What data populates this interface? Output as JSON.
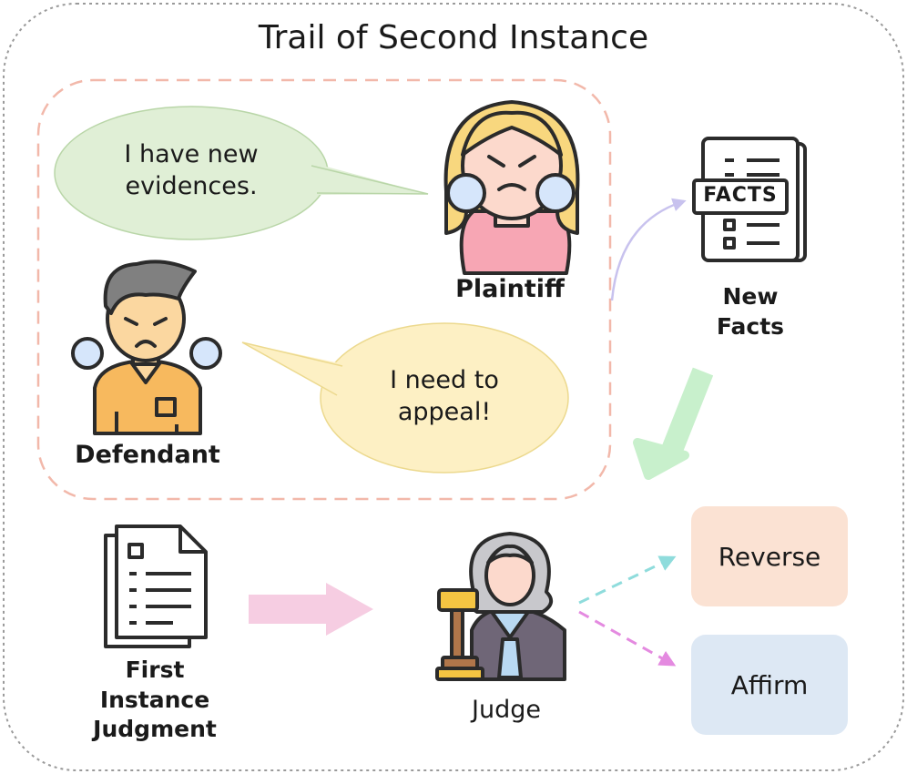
{
  "title": "Trail of Second Instance",
  "plaintiff": {
    "speech": "I have new\nevidences.",
    "label": "Plaintiff"
  },
  "defendant": {
    "speech": "I need to\nappeal!",
    "label": "Defendant"
  },
  "facts": {
    "icon_text": "FACTS",
    "label": "New\nFacts"
  },
  "first_instance": {
    "label": "First\nInstance\nJudgment"
  },
  "judge": {
    "label": "Judge"
  },
  "outcomes": {
    "reverse": "Reverse",
    "affirm": "Affirm"
  },
  "colors": {
    "frame": "#9a9a9a",
    "dispute_border": "#f2b8aa",
    "plaintiff_bubble": "#e0efd6",
    "defendant_bubble": "#fdf0c4",
    "reverse_box": "#fbe2d3",
    "affirm_box": "#dde8f4",
    "arrow_green": "#c8f0cc",
    "arrow_pink": "#f6cde2",
    "arrow_purple": "#c8c2ee",
    "dash_cyan": "#8fdcdc",
    "dash_magenta": "#e48ae0"
  },
  "icons": [
    "plaintiff-icon",
    "defendant-icon",
    "facts-newspaper-icon",
    "judgment-document-icon",
    "judge-icon",
    "gavel-icon"
  ]
}
